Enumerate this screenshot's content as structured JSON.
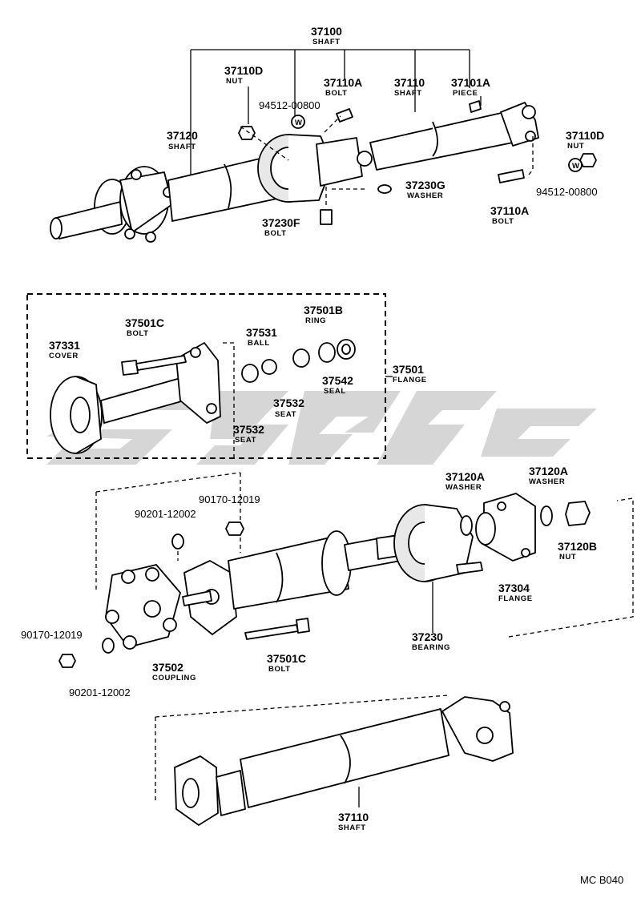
{
  "labels": {
    "shaft_assy": {
      "part": "37100",
      "name": "SHAFT"
    },
    "nut_top": {
      "part": "37110D",
      "name": "NUT"
    },
    "bolt_top": {
      "part": "37110A",
      "name": "BOLT"
    },
    "shaft_rear_top": {
      "part": "37110",
      "name": "SHAFT"
    },
    "piece": {
      "part": "37101A",
      "name": "PIECE"
    },
    "wcode_top": {
      "part": "94512-00800"
    },
    "shaft_front": {
      "part": "37120",
      "name": "SHAFT"
    },
    "washer_top": {
      "part": "37230G",
      "name": "WASHER"
    },
    "bolt_center": {
      "part": "37230F",
      "name": "BOLT"
    },
    "nut_right": {
      "part": "37110D",
      "name": "NUT"
    },
    "wcode_right": {
      "part": "94512-00800"
    },
    "bolt_right": {
      "part": "37110A",
      "name": "BOLT"
    },
    "cover": {
      "part": "37331",
      "name": "COVER"
    },
    "bolt_flange": {
      "part": "37501C",
      "name": "BOLT"
    },
    "ball": {
      "part": "37531",
      "name": "BALL"
    },
    "ring": {
      "part": "37501B",
      "name": "RING"
    },
    "flange": {
      "part": "37501",
      "name": "FLANGE"
    },
    "seal": {
      "part": "37542",
      "name": "SEAL"
    },
    "seat_a": {
      "part": "37532",
      "name": "SEAT"
    },
    "seat_b": {
      "part": "37532",
      "name": "SEAT"
    },
    "nut_coupling_top": {
      "part": "90170-12019"
    },
    "washer_coupling_top": {
      "part": "90201-12002"
    },
    "washer_a": {
      "part": "37120A",
      "name": "WASHER"
    },
    "washer_b": {
      "part": "37120A",
      "name": "WASHER"
    },
    "nut_flange": {
      "part": "37120B",
      "name": "NUT"
    },
    "flange_rear": {
      "part": "37304",
      "name": "FLANGE"
    },
    "bearing": {
      "part": "37230",
      "name": "BEARING"
    },
    "nut_coupling_bottom": {
      "part": "90170-12019"
    },
    "coupling": {
      "part": "37502",
      "name": "COUPLING"
    },
    "bolt_coupling": {
      "part": "37501C",
      "name": "BOLT"
    },
    "washer_coupling_bottom": {
      "part": "90201-12002"
    },
    "shaft_bottom": {
      "part": "37110",
      "name": "SHAFT"
    }
  },
  "wmark": "W",
  "diagram_code": "MC B040",
  "colors": {
    "ink": "#000000",
    "watermark": "#cfcfcf",
    "paper": "#ffffff"
  }
}
